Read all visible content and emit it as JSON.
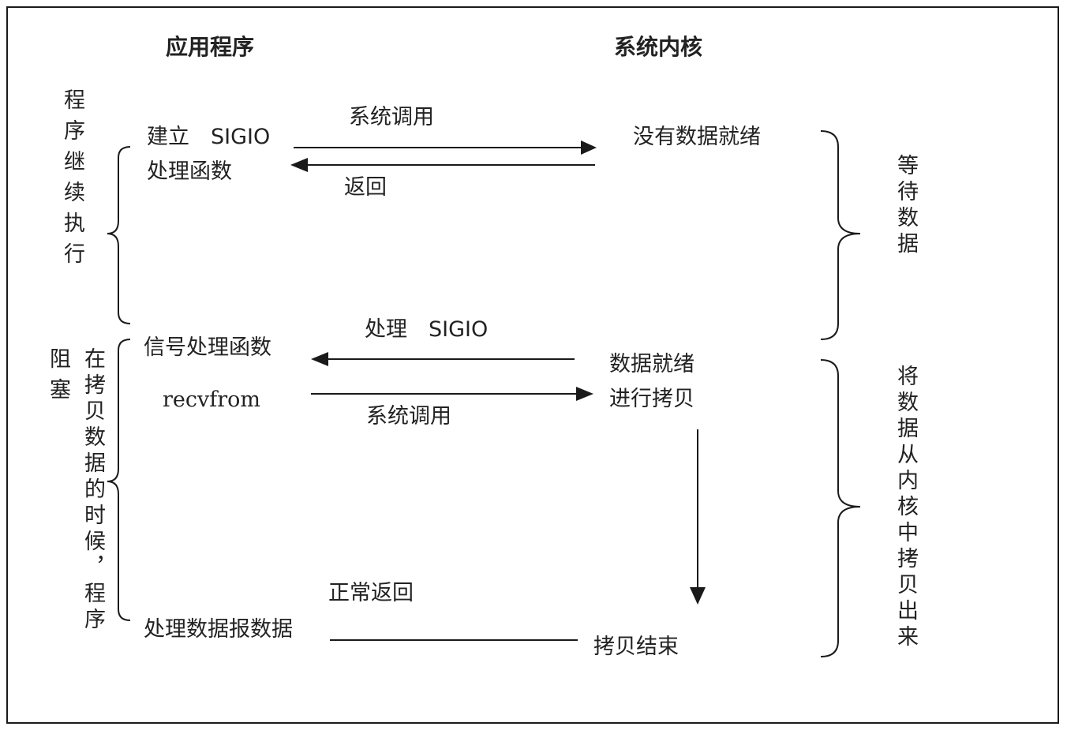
{
  "headers": {
    "app": "应用程序",
    "kernel": "系统内核"
  },
  "left_labels": {
    "program_continues": "程序继续执行",
    "blocked": "阻塞",
    "during_copy": "在拷贝数据的时候，程序"
  },
  "right_labels": {
    "wait_data": "等待数据",
    "copy_from_kernel": "将数据从内核中拷贝出来"
  },
  "app_side": {
    "setup_sigio_line1": "建立　SIGIO",
    "setup_sigio_line2": "处理函数",
    "signal_handler": "信号处理函数",
    "recvfrom": "recvfrom",
    "process_data": "处理数据报数据"
  },
  "kernel_side": {
    "no_data_ready": "没有数据就绪",
    "data_ready": "数据就绪",
    "do_copy": "进行拷贝",
    "copy_done": "拷贝结束"
  },
  "arrows": {
    "syscall_1": "系统调用",
    "return_1": "返回",
    "handle_sigio": "处理　SIGIO",
    "syscall_2": "系统调用",
    "normal_return": "正常返回"
  }
}
